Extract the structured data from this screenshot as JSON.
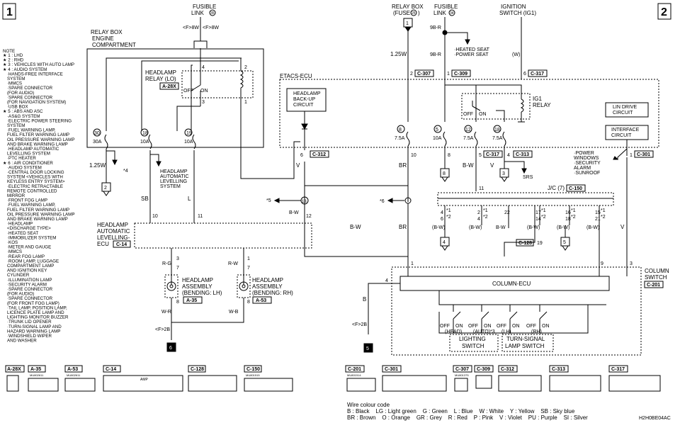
{
  "page": {
    "left_number": "1",
    "right_number": "2",
    "code": "H2H0BE04AC"
  },
  "left": {
    "fusible_link": {
      "l1": "FUSIBLE",
      "l2": "LINK",
      "num": "35"
    },
    "fl_wires": [
      "<F>8W",
      "<F>8W"
    ],
    "relay_box": {
      "l1": "RELAY BOX",
      "l2": "ENGINE",
      "l3": "COMPARTMENT"
    },
    "relay_lo": {
      "l1": "HEADLAMP",
      "l2": "RELAY (LO)",
      "conn": "A-28X",
      "off": "OFF",
      "on": "ON",
      "p4": "4",
      "p2": "2",
      "p3": "3",
      "p1": "1"
    },
    "fuses": [
      {
        "num": "30",
        "amp": "30A"
      },
      {
        "num": "18",
        "amp": "10A"
      },
      {
        "num": "19",
        "amp": "10A"
      }
    ],
    "wire_125w": "1.25W",
    "star4": "*4",
    "hal_note": {
      "l1": "HEADLAMP",
      "l2": "AUTOMATIC",
      "l3": "LEVELLING",
      "l4": "SYSTEM"
    },
    "gnd2": "2",
    "wire_sb": "SB",
    "wire_l": "L",
    "pin10": "10",
    "pin11": "11",
    "pin12": "12",
    "ecu": {
      "l1": "HEADLAMP",
      "l2": "AUTOMATIC",
      "l3": "LEVELLING-",
      "l4": "ECU",
      "conn": "C-14"
    },
    "assy_lh": {
      "l1": "HEADLAMP",
      "l2": "ASSEMBLY",
      "l3": "(BENDING: LH)",
      "conn": "A-35",
      "w1": "R-G",
      "w2": "W-R",
      "p3": "3",
      "p7": "7",
      "p8": "8"
    },
    "assy_rh": {
      "l1": "HEADLAMP",
      "l2": "ASSEMBLY",
      "l3": "(BENDING: RH)",
      "conn": "A-53",
      "w1": "R-W",
      "w2": "W-B",
      "p1": "1",
      "p7": "7",
      "p8": "8"
    },
    "ground_left": "<F>2B",
    "ground_box6": "6"
  },
  "notes": {
    "title": "NOTE",
    "lines": [
      "★ 1 : LHD",
      "★ 2 : RHD",
      "★ 3 : VEHICLES WITH AUTO LAMP",
      "★ 4 : AUDIO SYSTEM",
      "·HANDS-FREE INTERFACE",
      "SYSTEM",
      "·MMCS",
      "·SPARE CONNECTOR",
      "(FOR AUDIO)",
      "·SPARE CONNECTOR",
      "(FOR NAVIGATION SYSTEM)",
      "·USB BOX",
      "★ 5 : ABS AND ASC",
      "·AS&G SYSTEM",
      "·ELECTRIC POWER STEERING",
      "SYSTEM",
      "·FUEL WARNING LAMP,",
      "FUEL FILTER WARNING LAMP",
      "OIL PRESSURE WARNING LAMP",
      "AND BRAKE WARNING LAMP",
      "·HEADLAMP AUTOMATIC",
      "LEVELLING SYSTEM",
      "·PTC HEATER",
      "★ 6 : AIR CONDITIONER",
      "·AUDIO SYSTEM",
      "·CENTRAL DOOR LOCKING",
      "SYSTEM <VEHICLES WITH",
      "KEYLESS ENTRY SYSTEM>",
      "·ELECTRIC RETRACTABLE",
      "REMOTE CONTROLLED",
      "MIRROR",
      "·FRONT FOG LAMP",
      "·FUEL WARNING LAMP,",
      "FUEL FILTER WARNING LAMP",
      "OIL PRESSURE WARNING LAMP",
      "AND BRAKE WARNING LAMP",
      "·HEADLAMP",
      "<DISCHARGE TYPE>",
      "·HEATED SEAT",
      "·IMMOBILIZER SYSTEM",
      "·KOS",
      "·METER AND GAUGE",
      "·MMCS",
      "·REAR FOG LAMP",
      "·ROOM LAMP, LUGGAGE",
      "COMPARTMENT LAMP",
      "AND IGNITION KEY",
      "CYLINDER",
      "·ILLUMINATION LAMP",
      "·SECURITY ALARM",
      "·SPARE CONNECTOR",
      "(FOR AUDIO)",
      "·SPARE CONNECTOR",
      "(FOR FRONT FOG LAMP)",
      "·TAIL LAMP, POSITION LAMP,",
      "LICENCE PLATE LAMP AND",
      "LIGHTING MONITOR BUZZER",
      "·TRUNK LID OPENER",
      "·TURN-SIGNAL LAMP AND",
      "HAZARD WARNING LAMP",
      "·WINDSHIELD WIPER",
      "AND WASHER"
    ]
  },
  "right": {
    "relay_box_fuse": {
      "l1": "RELAY BOX",
      "l2": "(FUSE",
      "num": "25",
      "close": ")"
    },
    "fusible_link2": {
      "l1": "FUSIBLE",
      "l2": "LINK",
      "num": "34"
    },
    "ign": {
      "l1": "IGNITION",
      "l2": "SWITCH (IG1)"
    },
    "gnd1": "1",
    "w_125w": "1.25W",
    "w_9br_a": "9B-R",
    "w_9br_b": "9B-R",
    "w_w": "(W)",
    "heated_seat": {
      "l1": "·HEATED SEAT",
      "l2": "·POWER SEAT"
    },
    "etacs": "ETACS-ECU",
    "pins_top": [
      {
        "pin": "2",
        "conn": "C-307"
      },
      {
        "pin": "1",
        "conn": "C-309"
      },
      {
        "pin": "6",
        "conn": "C-317"
      }
    ],
    "backup": {
      "l1": "HEADLAMP",
      "l2": "BACK-UP",
      "l3": "CIRCUIT"
    },
    "ig1": {
      "l1": "IG1",
      "l2": "RELAY",
      "off": "OFF",
      "on": "ON"
    },
    "lin": {
      "l1": "LIN DRIVE",
      "l2": "CIRCUIT"
    },
    "interface": {
      "l1": "INTERFACE",
      "l2": "CIRCUIT"
    },
    "fuses": [
      {
        "num": "8",
        "amp": "7.5A"
      },
      {
        "num": "5",
        "amp": "10A"
      },
      {
        "num": "12",
        "amp": "7.5A"
      },
      {
        "num": "18",
        "amp": "7.5A"
      }
    ],
    "pin6_c312": {
      "pin": "6",
      "conn": "C-312"
    },
    "wire_v1": "V",
    "pin10": "10",
    "pin8": "8",
    "pin5_c317": {
      "pin": "5",
      "conn": "C-317"
    },
    "pin4_c313": {
      "pin": "4",
      "conn": "C-313"
    },
    "w_br": "BR",
    "w_bw": "B-W",
    "w_v2": "V",
    "box8": "8",
    "box3": "3",
    "srs": "SRS",
    "power": [
      "·POWER",
      "WINDOWS",
      "·SECURITY",
      "ALARM",
      "·SUNROOF"
    ],
    "pin1_c301": {
      "pin": "1",
      "conn": "C-301"
    },
    "jc": "J/C (7)",
    "jc_conn": "C-150",
    "n11": "11",
    "star5": "*5",
    "star6": "*6",
    "n13": "13",
    "w_bw_mid": "B-W",
    "jc_pins": [
      {
        "a": "4",
        "s1": "*1",
        "b": "6",
        "s2": "*2",
        "w": "(B-W)"
      },
      {
        "a": "2",
        "s1": "*1",
        "b": "4",
        "s2": "*2",
        "w": "(B-W)"
      },
      {
        "a": "22",
        "s1": "",
        "b": "",
        "s2": "",
        "w": "B-W"
      },
      {
        "a": "17",
        "s1": "*1",
        "b": "14",
        "s2": "*2",
        "w": "(B-W)"
      },
      {
        "a": "16",
        "s1": "*1",
        "b": "18",
        "s2": "*2",
        "w": "(B-W)"
      },
      {
        "a": "15",
        "s1": "*1",
        "b": "21",
        "s2": "*2",
        "w": "(B-W)"
      }
    ],
    "c128": "C-128",
    "n19": "19",
    "box4": "4",
    "box5": "5",
    "w_bw_left": "B-W",
    "w_br2": "BR",
    "w_v3": "V",
    "col": {
      "l1": "COLUMN",
      "l2": "SWITCH",
      "conn": "C-201",
      "ecu": "COLUMN-ECU"
    },
    "col_pins": {
      "p1": "1",
      "p9": "9",
      "p3": "3",
      "p4": "4"
    },
    "w_b": "B",
    "ground_right": "<F>2B",
    "ground_box5": "5",
    "switches": [
      {
        "off": "OFF",
        "on": "ON",
        "label": "(HEAD)"
      },
      {
        "off": "OFF",
        "on": "ON",
        "label": "(AUTO)*3"
      },
      {
        "off": "OFF",
        "on": "ON",
        "label": "(LH)"
      },
      {
        "off": "OFF",
        "on": "ON",
        "label": "(RH)"
      }
    ],
    "lighting": {
      "l1": "LIGHTING",
      "l2": "SWITCH"
    },
    "turnsig": {
      "l1": "TURN-SIGNAL",
      "l2": "LAMP SWITCH"
    }
  },
  "connectors": {
    "row_left": [
      "A-28X",
      "A-35",
      "A-53",
      "C-14",
      "C-128",
      "C-150"
    ],
    "row_right": [
      "C-201",
      "C-301",
      "C-307",
      "C-309",
      "C-312",
      "C-313",
      "C-317"
    ],
    "tags": {
      "a35": "MU802611",
      "a53": "MU802611",
      "c150": "MU801515",
      "c201": "MU801514",
      "c307": "MU801375"
    },
    "c14_mark": "AMP"
  },
  "legend": {
    "title": "Wire colour code",
    "row1": "B : Black    LG : Light green    G : Green    L : Blue    W : White    Y : Yellow    SB : Sky blue",
    "row2": "BR : Brown    O : Orange    GR : Grey    R : Red    P : Pink    V : Violet    PU : Purple    SI : Silver"
  }
}
